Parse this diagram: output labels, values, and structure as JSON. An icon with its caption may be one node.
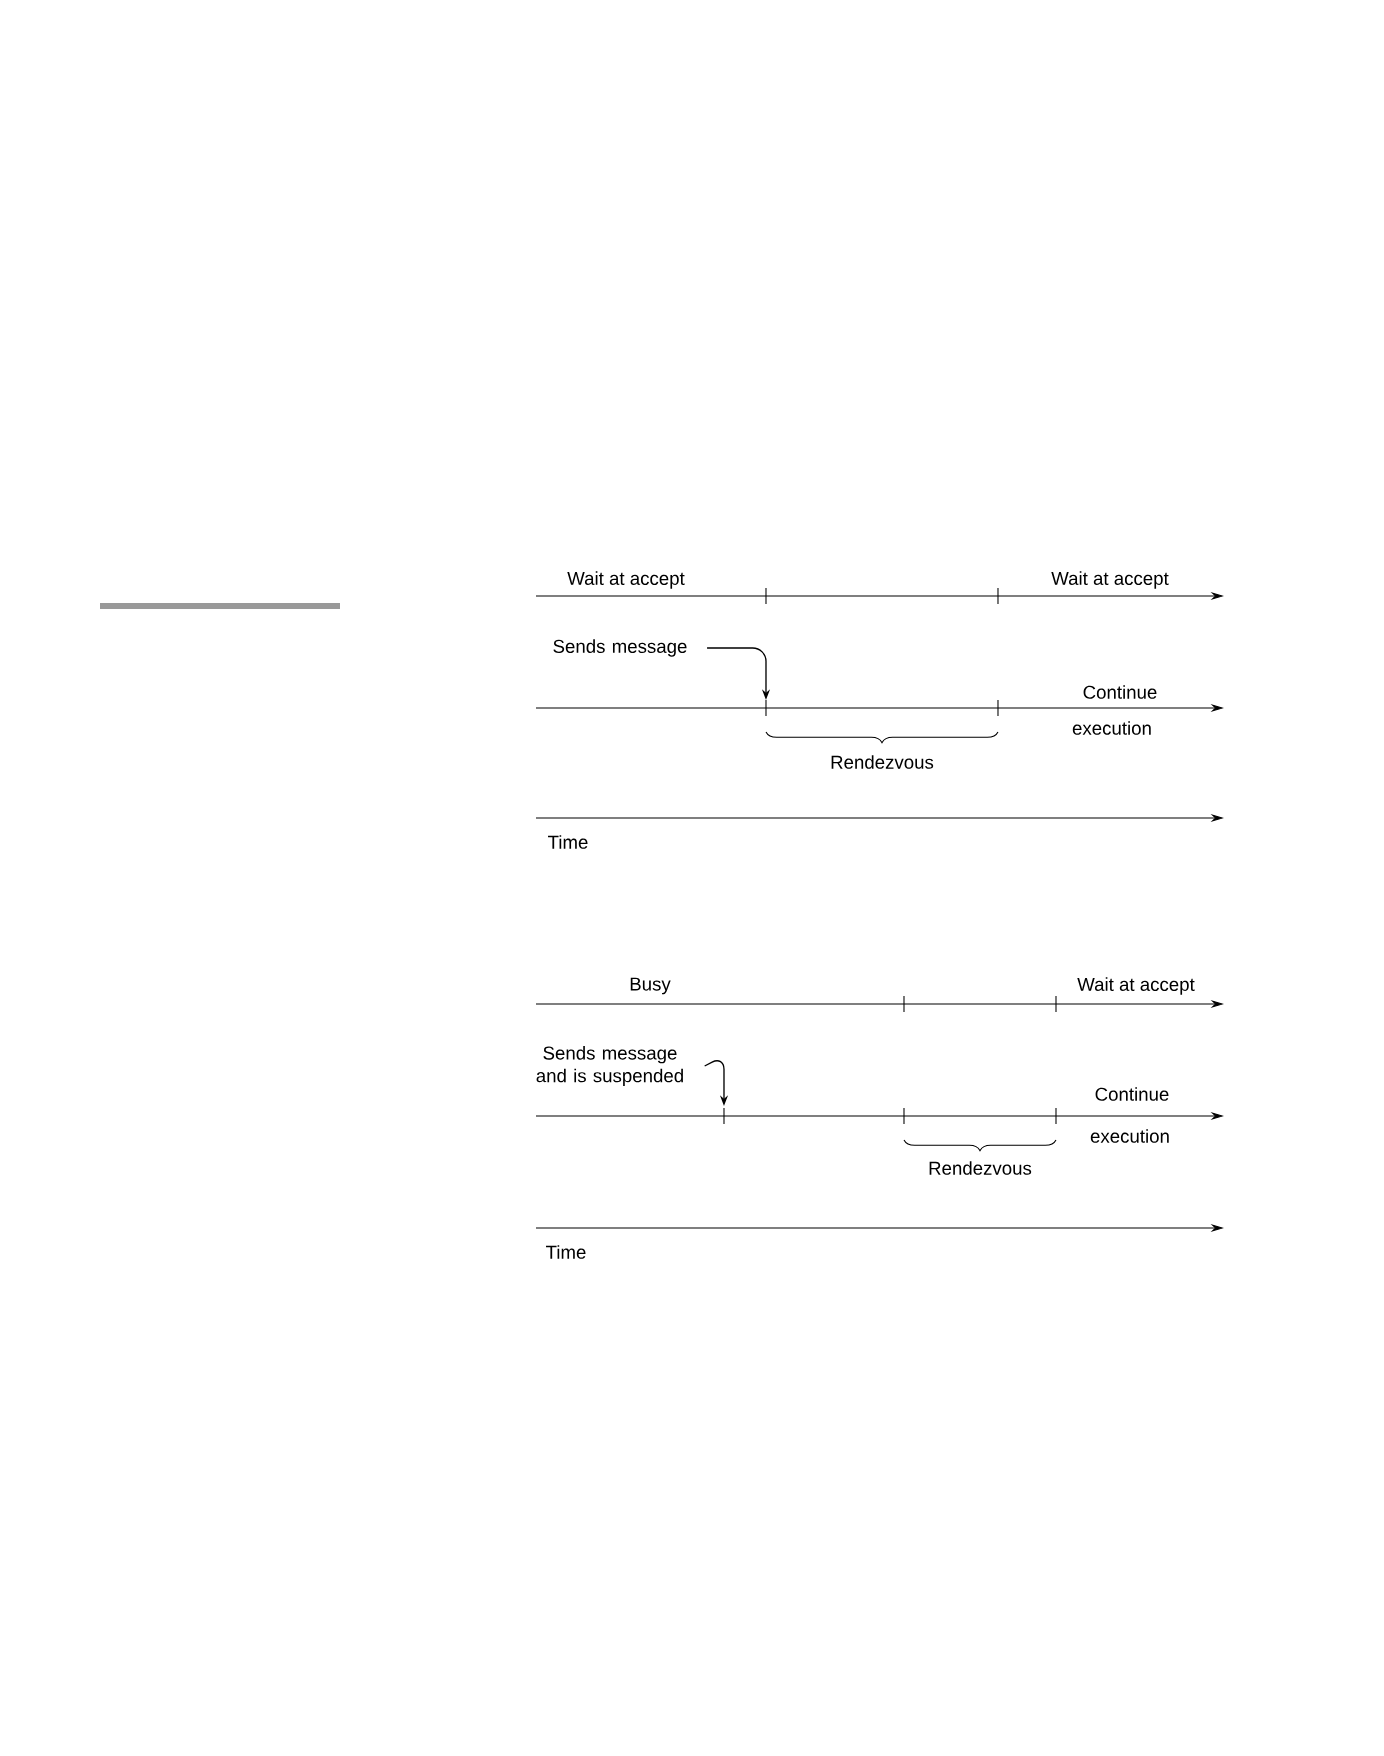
{
  "diagram": {
    "nodes": [
      {
        "text": [
          "Sends message"
        ]
      },
      {
        "text": [
          "Sends message and is suspended"
        ]
      }
    ],
    "edges": [
      {
        "from": 0,
        "to": null,
        "arrow": "to"
      },
      {
        "from": 1,
        "to": null,
        "arrow": "to"
      }
    ],
    "labels": [
      "Wait at accept",
      "Wait at accept",
      "Continue",
      "execution",
      "Rendezvous",
      "Time",
      "Busy",
      "Wait at accept",
      "Continue",
      "execution",
      "Rendezvous",
      "Time"
    ]
  }
}
